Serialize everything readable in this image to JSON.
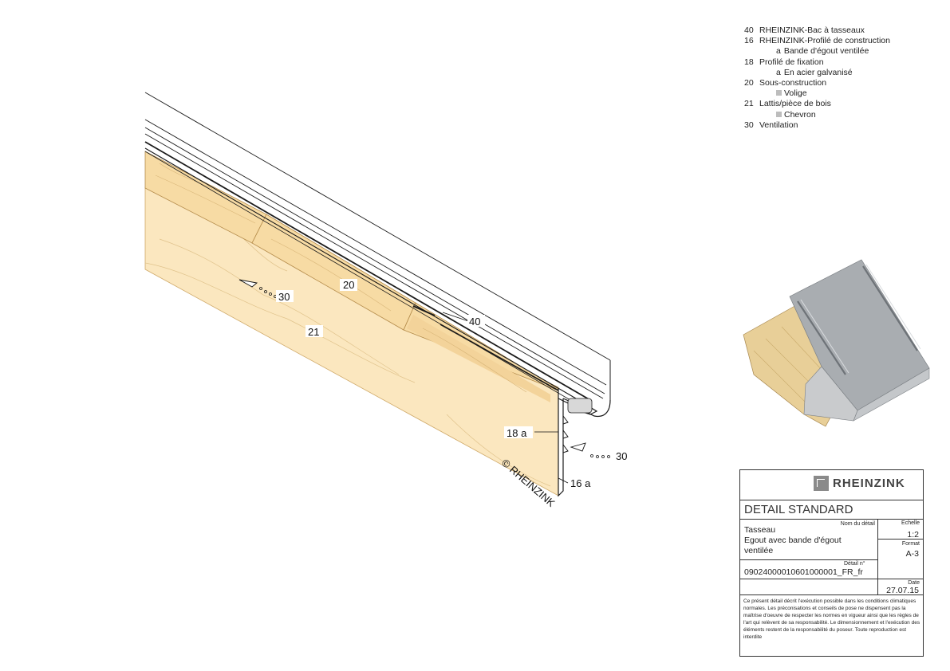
{
  "legend": [
    {
      "num": "40",
      "text": "RHEINZINK-Bac à tasseaux",
      "sub": []
    },
    {
      "num": "16",
      "text": "RHEINZINK-Profilé de construction",
      "sub": [
        {
          "marker": "a",
          "text": "Bande d'égout ventilée"
        }
      ]
    },
    {
      "num": "18",
      "text": "Profilé de fixation",
      "sub": [
        {
          "marker": "a",
          "text": "En acier galvanisé"
        }
      ]
    },
    {
      "num": "20",
      "text": "Sous-construction",
      "sub": [
        {
          "marker": "square",
          "text": "Volige"
        }
      ]
    },
    {
      "num": "21",
      "text": "Lattis/pièce de bois",
      "sub": [
        {
          "marker": "square",
          "text": "Chevron"
        }
      ]
    },
    {
      "num": "30",
      "text": "Ventilation",
      "sub": []
    }
  ],
  "callouts": {
    "c30a": "30",
    "c20": "20",
    "c40": "40",
    "c21": "21",
    "c18a": "18 a",
    "c30b": "30",
    "c16a": "16 a"
  },
  "copyright": "© RHEINZINK",
  "title_block": {
    "brand": "RHEINZINK",
    "doc_type": "DETAIL STANDARD",
    "nom_label": "Nom du détail",
    "name_lines": [
      "Tasseau",
      "Egout avec bande d'égout",
      "ventilée"
    ],
    "echelle_label": "Echelle",
    "echelle": "1:2",
    "format_label": "Format",
    "format": "A-3",
    "detail_label": "Détail n°",
    "detail_no": "09024000010601000001_FR_fr",
    "date_label": "Date",
    "date": "27.07.15",
    "disclaimer": "Ce présent détail décrit l'exécution possible dans les conditions climatiques normales. Les préconisations et conseils de pose ne dispensent pas la maîtrise d'oeuvre de respecter les normes en vigueur ainsi que les règles de l'art qui relèvent de sa responsabilité. Le dimensionnement et l'exécution des éléments restent de la responsabilité du poseur. Toute reproduction est interdite"
  },
  "colors": {
    "wood": "#f9e2b2",
    "wood_grain": "#e3c68f",
    "zinc": "#a9adb1",
    "stroke": "#1a1a1a"
  }
}
